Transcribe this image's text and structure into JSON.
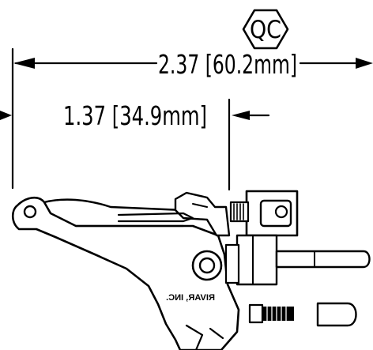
{
  "drawing": {
    "qc_label": "QC",
    "dim_overall": {
      "label": "2.37 [60.2mm]"
    },
    "dim_offset": {
      "label": "1.37 [34.9mm]"
    },
    "manufacturer_stamp": "RIVAR, INC."
  },
  "colors": {
    "ink": "#000000",
    "paper": "#ffffff"
  }
}
